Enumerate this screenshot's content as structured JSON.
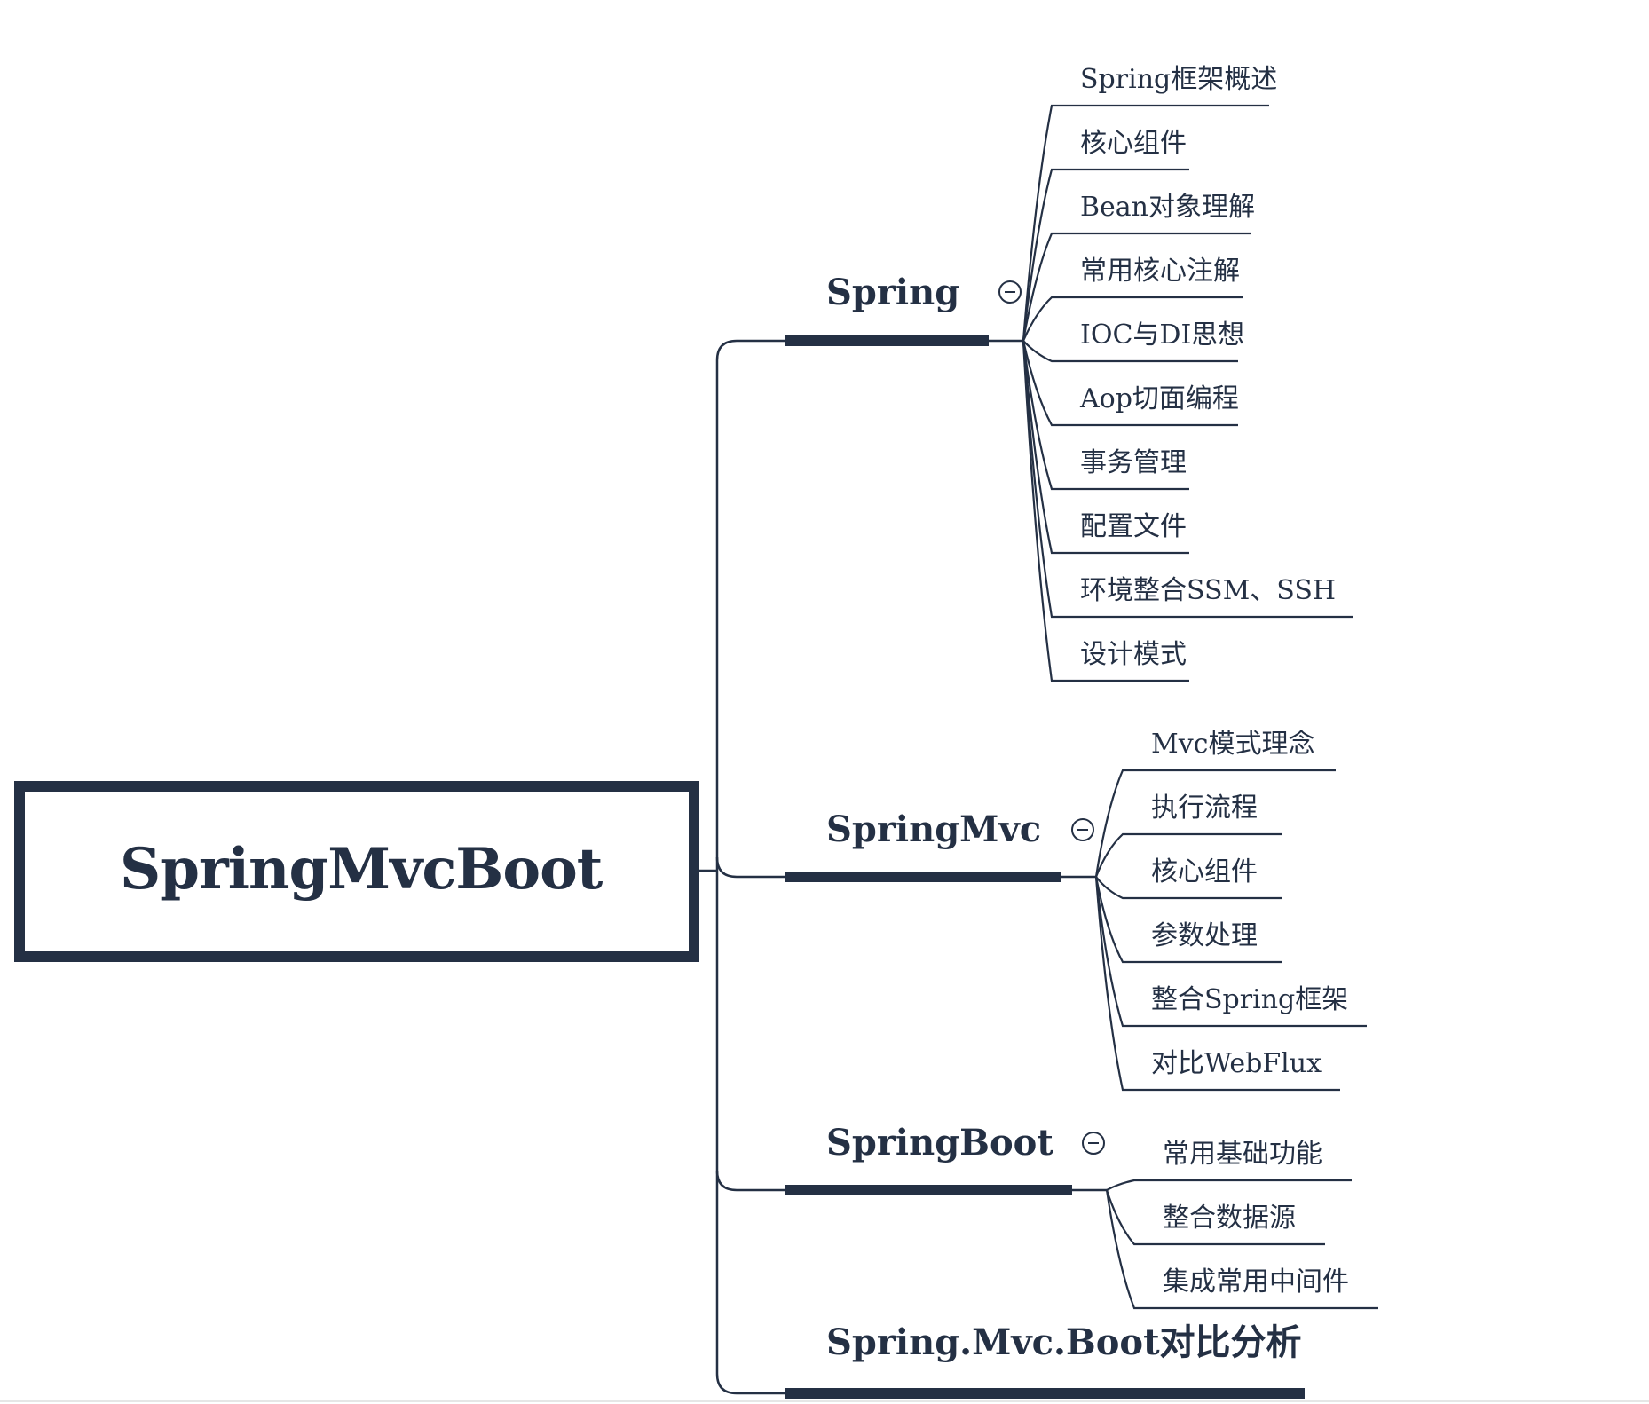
{
  "root": {
    "label": "SpringMvcBoot"
  },
  "branches": [
    {
      "label": "Spring",
      "collapse_icon": "minus-circle-icon",
      "children": [
        "Spring框架概述",
        "核心组件",
        "Bean对象理解",
        "常用核心注解",
        "IOC与DI思想",
        "Aop切面编程",
        "事务管理",
        "配置文件",
        "环境整合SSM、SSH",
        "设计模式"
      ]
    },
    {
      "label": "SpringMvc",
      "collapse_icon": "minus-circle-icon",
      "children": [
        "Mvc模式理念",
        "执行流程",
        "核心组件",
        "参数处理",
        "整合Spring框架",
        "对比WebFlux"
      ]
    },
    {
      "label": "SpringBoot",
      "collapse_icon": "minus-circle-icon",
      "children": [
        "常用基础功能",
        "整合数据源",
        "集成常用中间件"
      ]
    },
    {
      "label": "Spring.Mvc.Boot对比分析",
      "children": []
    }
  ],
  "colors": {
    "ink": "#243044",
    "background": "#ffffff"
  }
}
